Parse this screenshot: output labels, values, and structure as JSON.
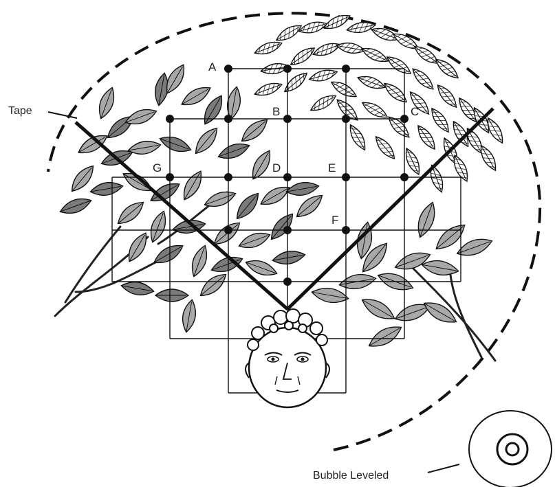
{
  "labels": {
    "tape": "Tape",
    "bubble": "Bubble Leveled",
    "points": [
      "A",
      "B",
      "C",
      "D",
      "E",
      "F",
      "G"
    ]
  },
  "colors": {
    "ink": "#111111",
    "leaf_dark": "#7a7a7a",
    "leaf_mid": "#a8a8a8",
    "background": "#ffffff"
  }
}
